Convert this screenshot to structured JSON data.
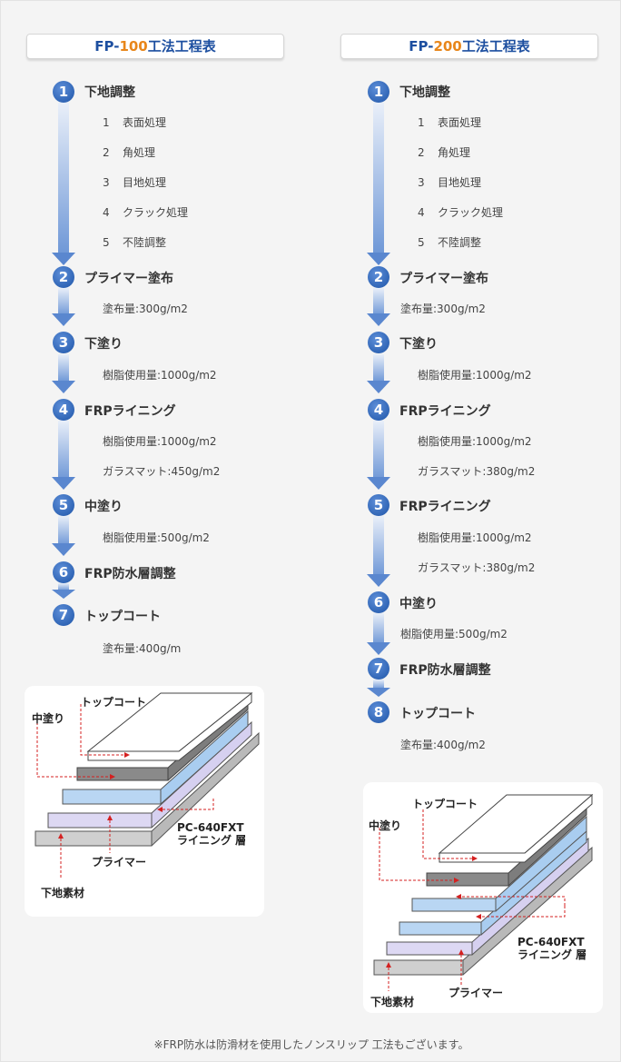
{
  "left": {
    "title_prefix": "FP-",
    "title_num": "100",
    "title_suffix": "工法工程表",
    "steps": [
      {
        "num": "1",
        "title": "下地調整"
      },
      {
        "num": "2",
        "title": "プライマー塗布"
      },
      {
        "num": "3",
        "title": "下塗り"
      },
      {
        "num": "4",
        "title": "FRPライニング"
      },
      {
        "num": "5",
        "title": "中塗り"
      },
      {
        "num": "6",
        "title": "FRP防水層調整"
      },
      {
        "num": "7",
        "title": "トップコート"
      }
    ],
    "subs": [
      {
        "n": "1",
        "text": "表面処理"
      },
      {
        "n": "2",
        "text": "角処理"
      },
      {
        "n": "3",
        "text": "目地処理"
      },
      {
        "n": "4",
        "text": "クラック処理"
      },
      {
        "n": "5",
        "text": "不陸調整"
      },
      {
        "text": "塗布量:300g/m2"
      },
      {
        "text": "樹脂使用量:1000g/m2"
      },
      {
        "text": "樹脂使用量:1000g/m2"
      },
      {
        "text": "ガラスマット:450g/m2"
      },
      {
        "text": "樹脂使用量:500g/m2"
      },
      {
        "text": "塗布量:400g/m"
      }
    ],
    "diagram": {
      "topcoat": "トップコート",
      "middle": "中塗り",
      "lining_1": "PC-640FXT",
      "lining_2": "ライニング 層",
      "primer": "プライマー",
      "substrate": "下地素材"
    }
  },
  "right": {
    "title_prefix": "FP-",
    "title_num": "200",
    "title_suffix": "工法工程表",
    "steps": [
      {
        "num": "1",
        "title": "下地調整"
      },
      {
        "num": "2",
        "title": "プライマー塗布"
      },
      {
        "num": "3",
        "title": "下塗り"
      },
      {
        "num": "4",
        "title": "FRPライニング"
      },
      {
        "num": "5",
        "title": "FRPライニング"
      },
      {
        "num": "6",
        "title": "中塗り"
      },
      {
        "num": "7",
        "title": "FRP防水層調整"
      },
      {
        "num": "8",
        "title": "トップコート"
      }
    ],
    "subs": [
      {
        "n": "1",
        "text": "表面処理"
      },
      {
        "n": "2",
        "text": "角処理"
      },
      {
        "n": "3",
        "text": "目地処理"
      },
      {
        "n": "4",
        "text": "クラック処理"
      },
      {
        "n": "5",
        "text": "不陸調整"
      },
      {
        "text": "塗布量:300g/m2"
      },
      {
        "text": "樹脂使用量:1000g/m2"
      },
      {
        "text": "樹脂使用量:1000g/m2"
      },
      {
        "text": "ガラスマット:380g/m2"
      },
      {
        "text": "樹脂使用量:1000g/m2"
      },
      {
        "text": "ガラスマット:380g/m2"
      },
      {
        "text": "樹脂使用量:500g/m2"
      },
      {
        "text": "塗布量:400g/m2"
      }
    ],
    "diagram": {
      "topcoat": "トップコート",
      "middle": "中塗り",
      "lining_1": "PC-640FXT",
      "lining_2": "ライニング 層",
      "substrate": "下地素材",
      "primer": "プライマー"
    }
  },
  "footnote": "※FRP防水は防滑材を使用したノンスリップ 工法もございます。",
  "colors": {
    "circle": "#2a60b4",
    "title_blue": "#1d4fa0",
    "title_orange": "#e8861a",
    "label_red": "#d42020",
    "layer_blue": "#a9cdf0",
    "layer_lavender": "#d6d0f0",
    "layer_gray": "#8a8a8a"
  }
}
